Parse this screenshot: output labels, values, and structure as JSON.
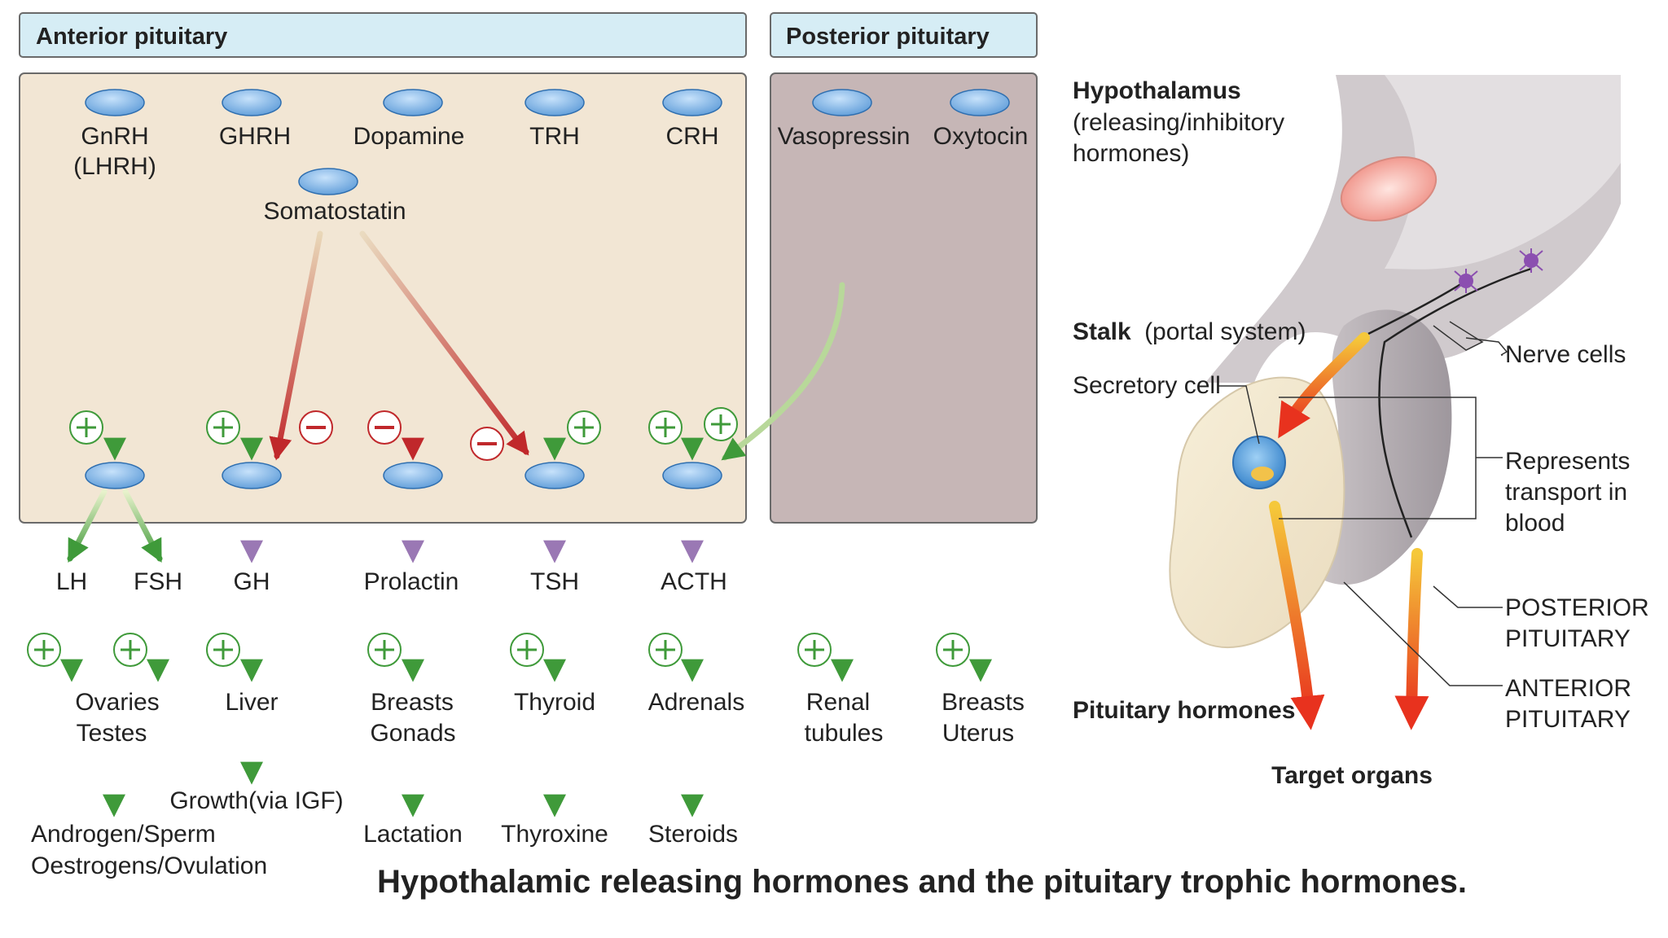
{
  "headers": {
    "anterior": "Anterior pituitary",
    "posterior": "Posterior pituitary"
  },
  "releasing": {
    "gnrh_1": "GnRH",
    "gnrh_2": "(LHRH)",
    "ghrh": "GHRH",
    "dopamine": "Dopamine",
    "trh": "TRH",
    "crh": "CRH",
    "somatostatin": "Somatostatin",
    "vasopressin": "Vasopressin",
    "oxytocin": "Oxytocin"
  },
  "pituitary_hormones": {
    "lh": "LH",
    "fsh": "FSH",
    "gh": "GH",
    "prolactin": "Prolactin",
    "tsh": "TSH",
    "acth": "ACTH"
  },
  "targets": {
    "ovaries_1": "Ovaries",
    "ovaries_2": "Testes",
    "liver": "Liver",
    "breasts_1": "Breasts",
    "breasts_2": "Gonads",
    "thyroid": "Thyroid",
    "adrenals": "Adrenals",
    "renal_1": "Renal",
    "renal_2": "tubules",
    "uterus_1": "Breasts",
    "uterus_2": "Uterus"
  },
  "effects": {
    "gonads_1": "Androgen/Sperm",
    "gonads_2": "Oestrogens/Ovulation",
    "growth": "Growth(via IGF)",
    "lactation": "Lactation",
    "thyroxine": "Thyroxine",
    "steroids": "Steroids"
  },
  "anatomy": {
    "hypothalamus_1": "Hypothalamus",
    "hypothalamus_2": "(releasing/inhibitory",
    "hypothalamus_3": "hormones)",
    "stalk_bold": "Stalk",
    "stalk_rest": "(portal system)",
    "secretory_cell": "Secretory cell",
    "nerve_cells": "Nerve cells",
    "transport_1": "Represents",
    "transport_2": "transport in",
    "transport_3": "blood",
    "posterior_1": "POSTERIOR",
    "posterior_2": "PITUITARY",
    "anterior_1": "ANTERIOR",
    "anterior_2": "PITUITARY",
    "pituitary_hormones": "Pituitary hormones",
    "target_organs": "Target organs"
  },
  "caption": "Hypothalamic releasing hormones and the pituitary trophic hormones.",
  "colors": {
    "header_fill": "#d6edf5",
    "anterior_panel": "#f2e6d4",
    "posterior_panel": "#c6b6b6",
    "pill": "#7fb4e4",
    "stimulate": "#4a9e3f",
    "inhibit": "#c0282b",
    "transport": "#a98bc0"
  }
}
